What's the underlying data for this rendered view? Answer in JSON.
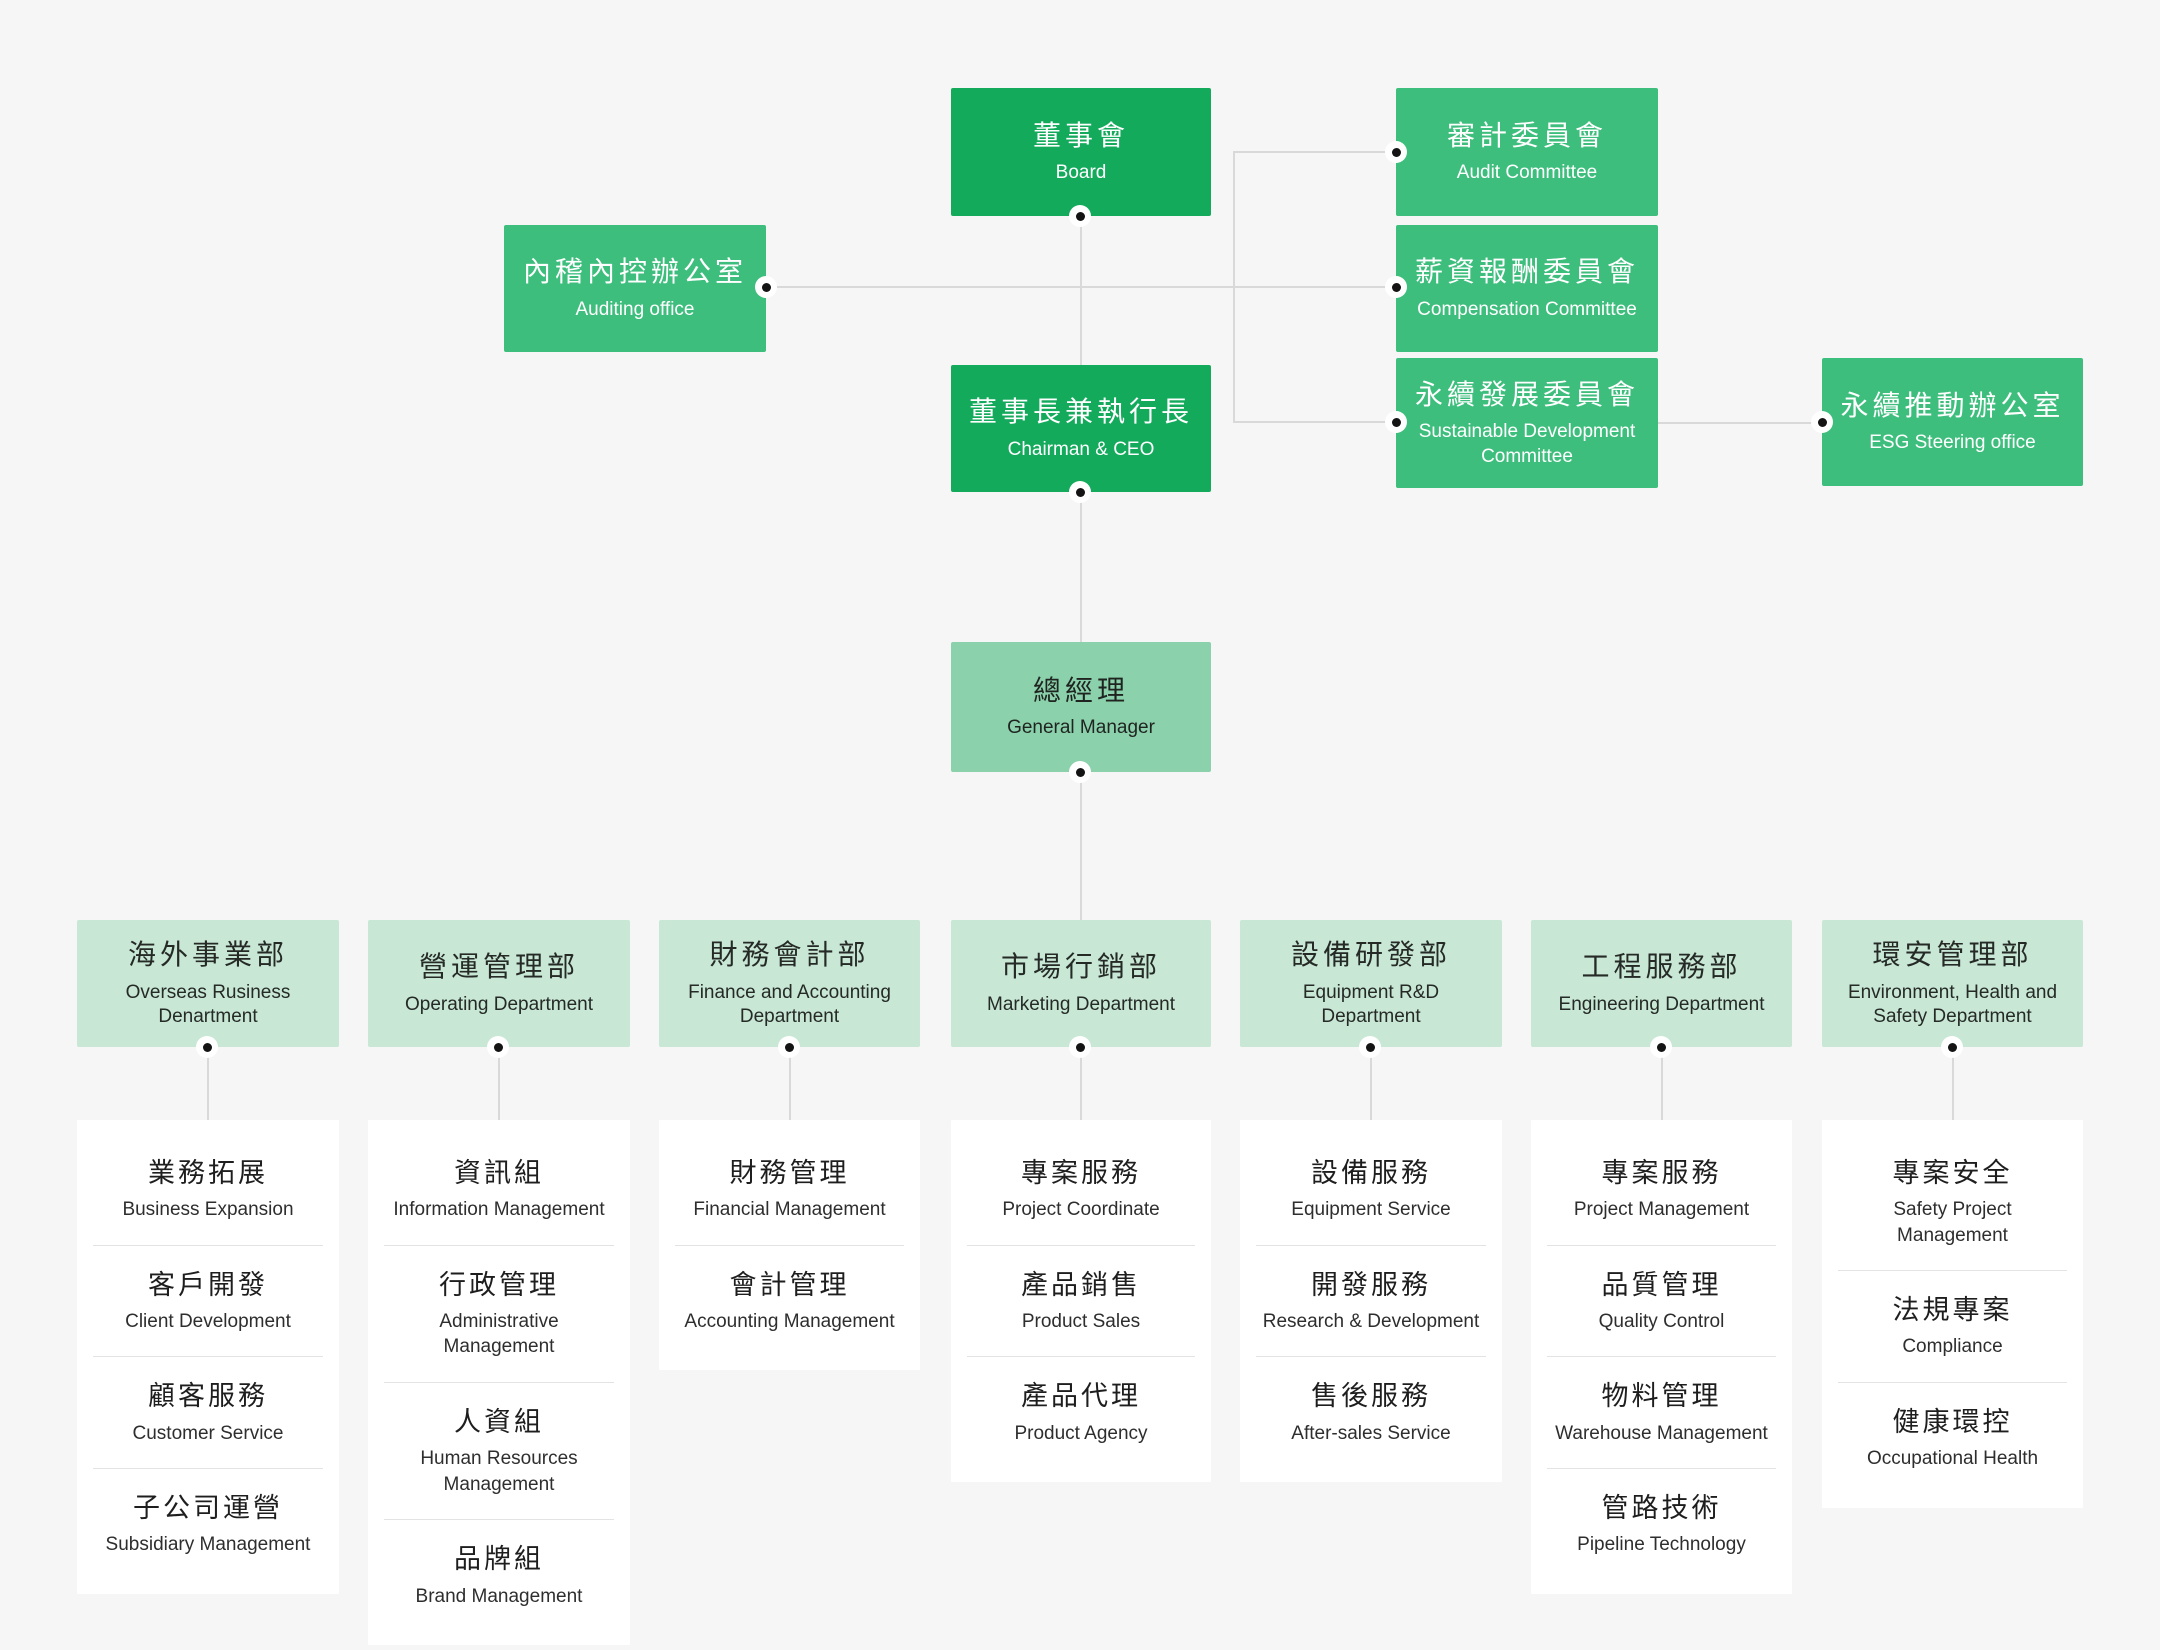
{
  "colors": {
    "background": "#F5F6F5",
    "primary_green": "#13AA5C",
    "committee_green": "#3EBE7D",
    "manager_green": "#8BD1AB",
    "department_green": "#C8E7D4",
    "card_white": "#FFFFFF",
    "connector_gray": "#D9D9D9",
    "dot_black": "#141414"
  },
  "nodes": {
    "board": {
      "zh": "董事會",
      "en": "Board"
    },
    "audit_committee": {
      "zh": "審計委員會",
      "en": "Audit Committee"
    },
    "auditing_office": {
      "zh": "內稽內控辦公室",
      "en": "Auditing office"
    },
    "compensation_committee": {
      "zh": "薪資報酬委員會",
      "en": "Compensation Committee"
    },
    "chairman_ceo": {
      "zh": "董事長兼執行長",
      "en": "Chairman & CEO"
    },
    "sustainable_development_committee": {
      "zh": "永續發展委員會",
      "en": "Sustainable Development Committee"
    },
    "esg_steering_office": {
      "zh": "永續推動辦公室",
      "en": "ESG Steering office"
    },
    "general_manager": {
      "zh": "總經理",
      "en": "General Manager"
    }
  },
  "departments": [
    {
      "zh": "海外事業部",
      "en": "Overseas Rusiness Denartment",
      "units": [
        {
          "zh": "業務拓展",
          "en": "Business Expansion"
        },
        {
          "zh": "客戶開發",
          "en": "Client Development"
        },
        {
          "zh": "顧客服務",
          "en": "Customer Service"
        },
        {
          "zh": "子公司運營",
          "en": "Subsidiary Management"
        }
      ]
    },
    {
      "zh": "營運管理部",
      "en": "Operating Department",
      "units": [
        {
          "zh": "資訊組",
          "en": "Information Management"
        },
        {
          "zh": "行政管理",
          "en": "Administrative Management"
        },
        {
          "zh": "人資組",
          "en": "Human Resources Management"
        },
        {
          "zh": "品牌組",
          "en": "Brand Management"
        }
      ]
    },
    {
      "zh": "財務會計部",
      "en": "Finance and Accounting Department",
      "units": [
        {
          "zh": "財務管理",
          "en": "Financial Management"
        },
        {
          "zh": "會計管理",
          "en": "Accounting Management"
        }
      ]
    },
    {
      "zh": "市場行銷部",
      "en": "Marketing Department",
      "units": [
        {
          "zh": "專案服務",
          "en": "Project Coordinate"
        },
        {
          "zh": "產品銷售",
          "en": "Product Sales"
        },
        {
          "zh": "產品代理",
          "en": "Product Agency"
        }
      ]
    },
    {
      "zh": "設備研發部",
      "en": "Equipment R&D Department",
      "units": [
        {
          "zh": "設備服務",
          "en": "Equipment Service"
        },
        {
          "zh": "開發服務",
          "en": "Research & Development"
        },
        {
          "zh": "售後服務",
          "en": "After-sales Service"
        }
      ]
    },
    {
      "zh": "工程服務部",
      "en": "Engineering Department",
      "units": [
        {
          "zh": "專案服務",
          "en": "Project Management"
        },
        {
          "zh": "品質管理",
          "en": "Quality Control"
        },
        {
          "zh": "物料管理",
          "en": "Warehouse Management"
        },
        {
          "zh": "管路技術",
          "en": "Pipeline Technology"
        }
      ]
    },
    {
      "zh": "環安管理部",
      "en": "Environment, Health and Safety Department",
      "units": [
        {
          "zh": "專案安全",
          "en": "Safety Project Management"
        },
        {
          "zh": "法規專案",
          "en": "Compliance"
        },
        {
          "zh": "健康環控",
          "en": "Occupational Health"
        }
      ]
    }
  ]
}
